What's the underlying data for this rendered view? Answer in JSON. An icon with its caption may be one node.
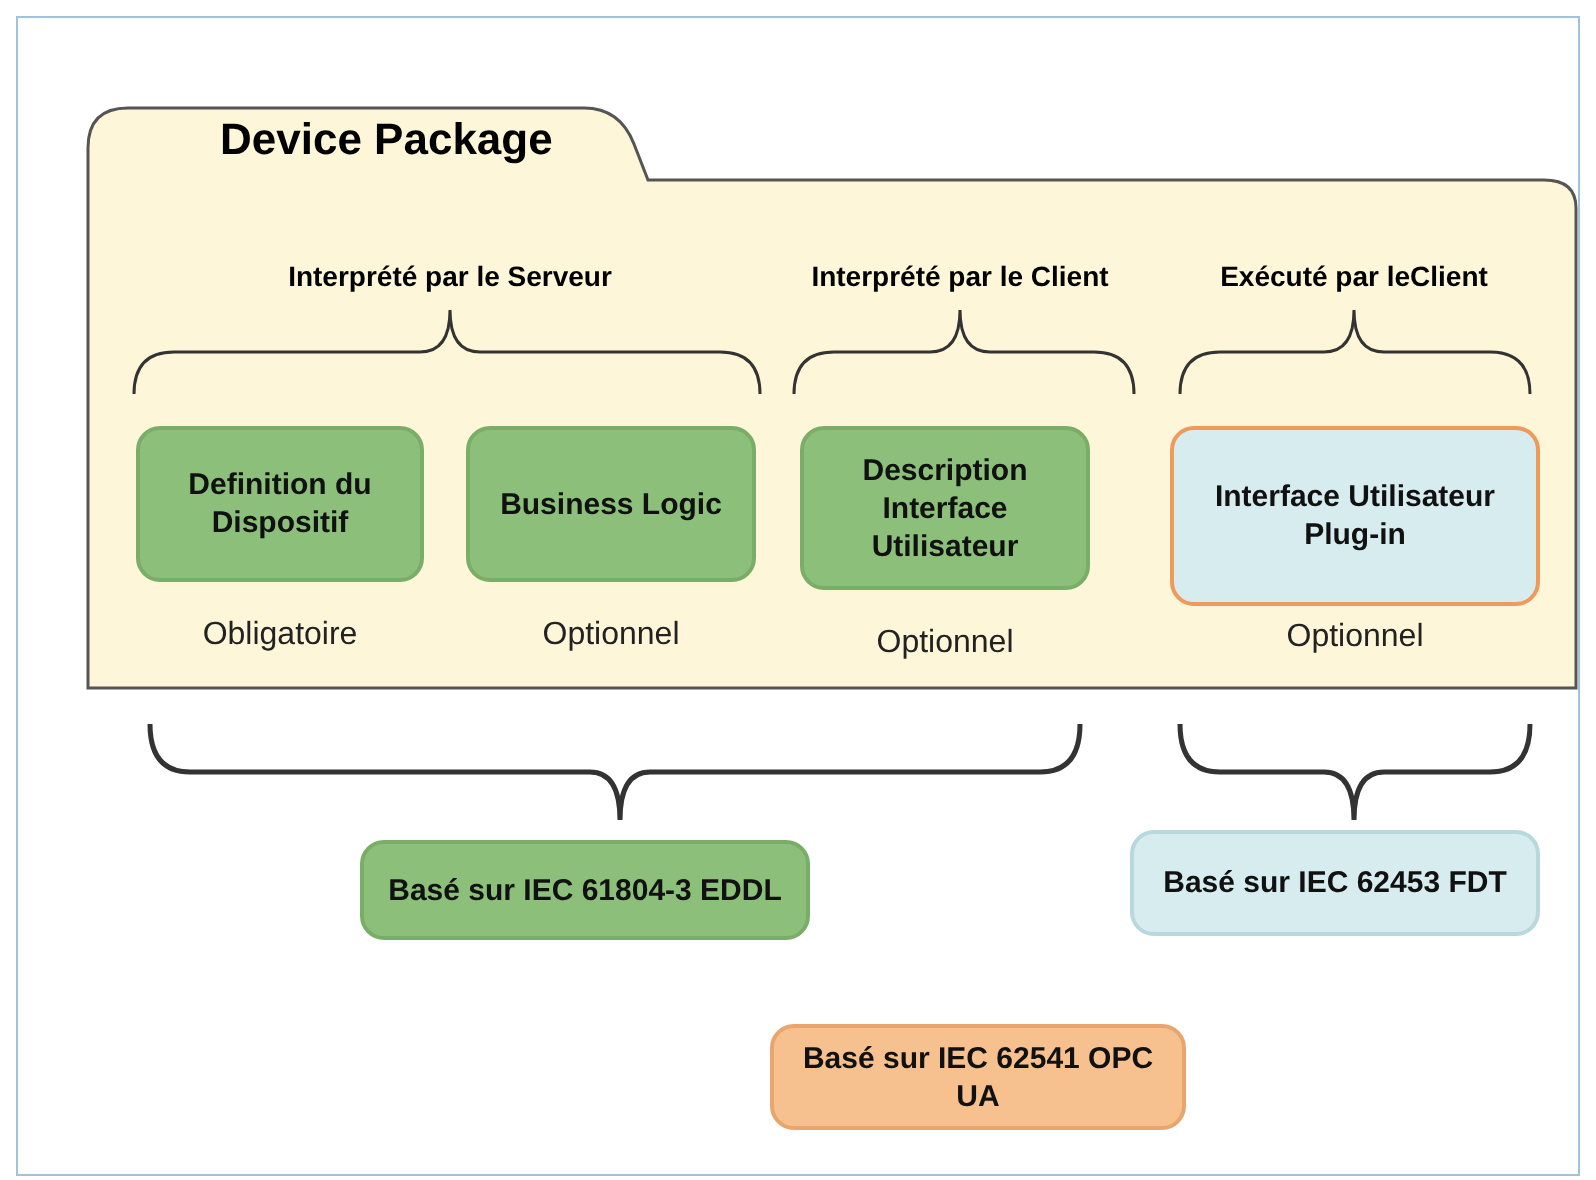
{
  "diagram": {
    "nodes": [
      {
        "text": [
          "Device Package"
        ]
      },
      {
        "text": [
          "Definition du Dispositif"
        ],
        "beside": [
          "Obligatoire"
        ],
        "in": 0
      },
      {
        "text": [
          "Business Logic"
        ],
        "beside": [
          "Optionnel"
        ],
        "in": 0
      },
      {
        "text": [
          "Description Interface Utilisateur"
        ],
        "beside": [
          "Optionnel"
        ],
        "in": 0
      },
      {
        "text": [
          "Interface Utilisateur Plug-in"
        ],
        "beside": [
          "Optionnel"
        ],
        "in": 0
      },
      {
        "text": [
          "Basé sur IEC 61804-3 EDDL"
        ]
      },
      {
        "text": [
          "Basé sur IEC 62453 FDT"
        ]
      },
      {
        "text": [
          "Basé sur IEC 62541 OPC UA"
        ]
      }
    ],
    "edges": [],
    "labels": [
      "Interprété par le Serveur",
      "Interprété par le Client",
      "Exécuté par leClient"
    ]
  }
}
